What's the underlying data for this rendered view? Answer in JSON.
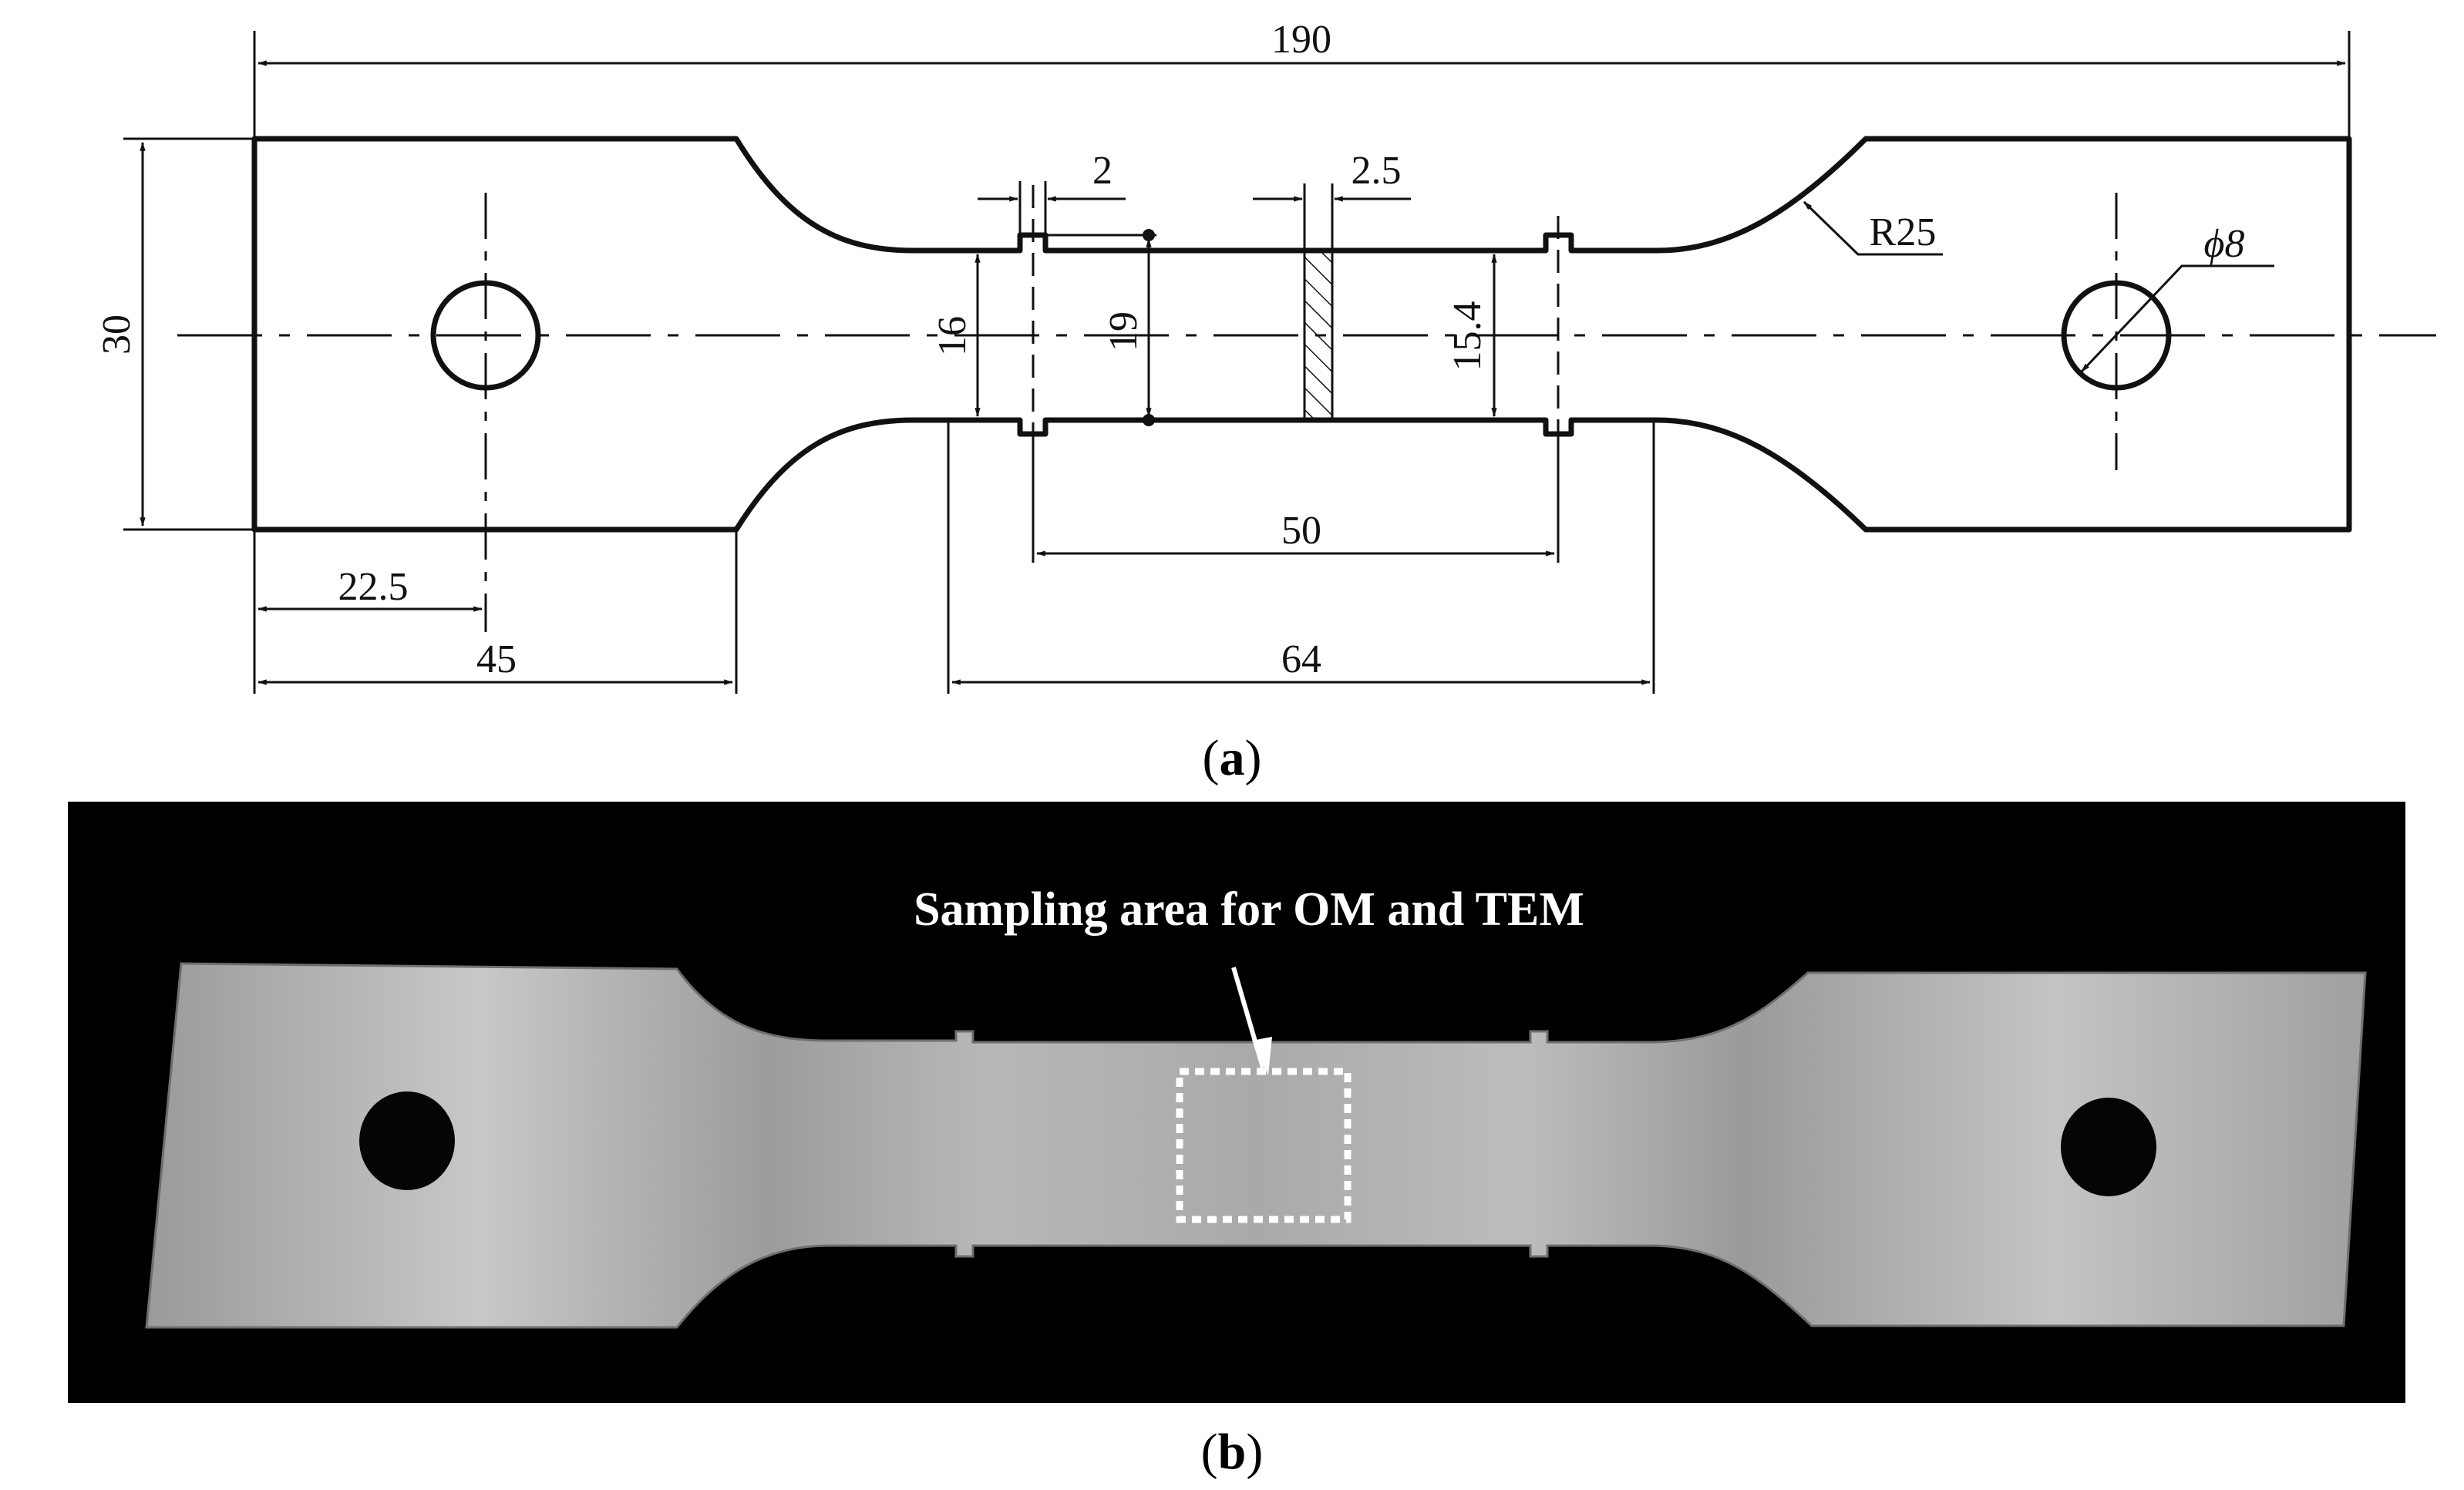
{
  "figure_a": {
    "caption_open": "(",
    "caption_letter": "a",
    "caption_close": ")",
    "dimensions": {
      "overall_length": "190",
      "overall_width": "30",
      "groove_width": "2",
      "section_width": "2.5",
      "fillet_radius": "R25",
      "hole_diameter": "ϕ8",
      "neck_width": "16",
      "groove_span": "19",
      "gauge_width": "15.4",
      "hole_offset": "22.5",
      "grip_length": "45",
      "gauge_length": "50",
      "parallel_length": "64"
    }
  },
  "figure_b": {
    "caption_open": "(",
    "caption_letter": "b",
    "caption_close": ")",
    "annotation": "Sampling area for OM and TEM"
  },
  "colors": {
    "line": "#111111",
    "photo_background": "#000000",
    "metal_light": "#c9c9c9",
    "metal_dark": "#8f8f8f",
    "annotation": "#ffffff"
  }
}
